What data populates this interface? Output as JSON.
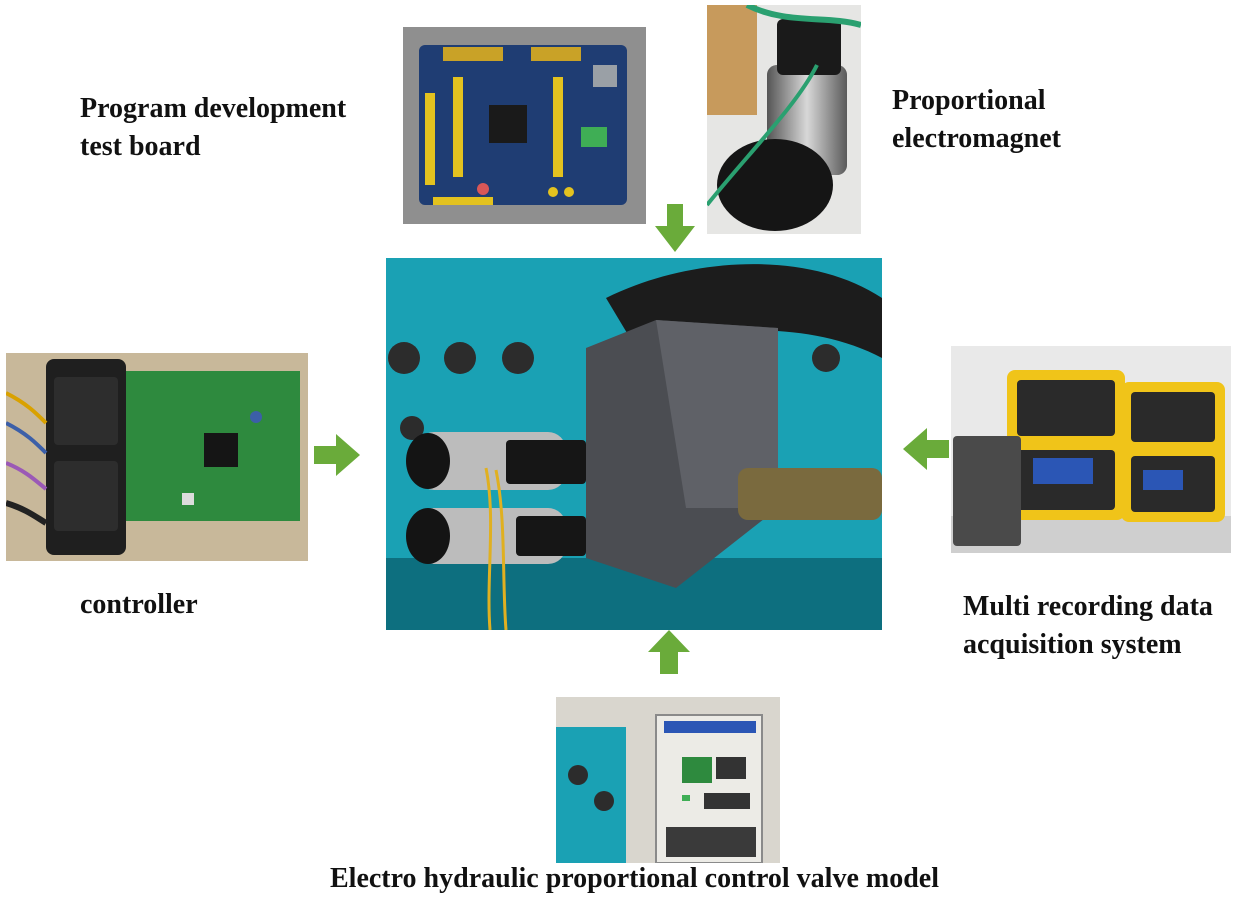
{
  "labels": {
    "test_board": "Program development\ntest board",
    "electromagnet": "Proportional\nelectromagnet",
    "controller": "controller",
    "daq": "Multi recording data\nacquisition system",
    "valve_model": "Electro hydraulic proportional control valve model"
  },
  "colors": {
    "arrow": "#6aab3a",
    "text": "#111111",
    "teal_background": "#1aa1b4",
    "pcb_green": "#2e8a3e",
    "pcb_blue": "#1f3d73",
    "case_yellow": "#f0c419"
  },
  "icons": [
    "arrow-down-icon",
    "arrow-right-icon",
    "arrow-left-icon",
    "arrow-up-icon"
  ]
}
